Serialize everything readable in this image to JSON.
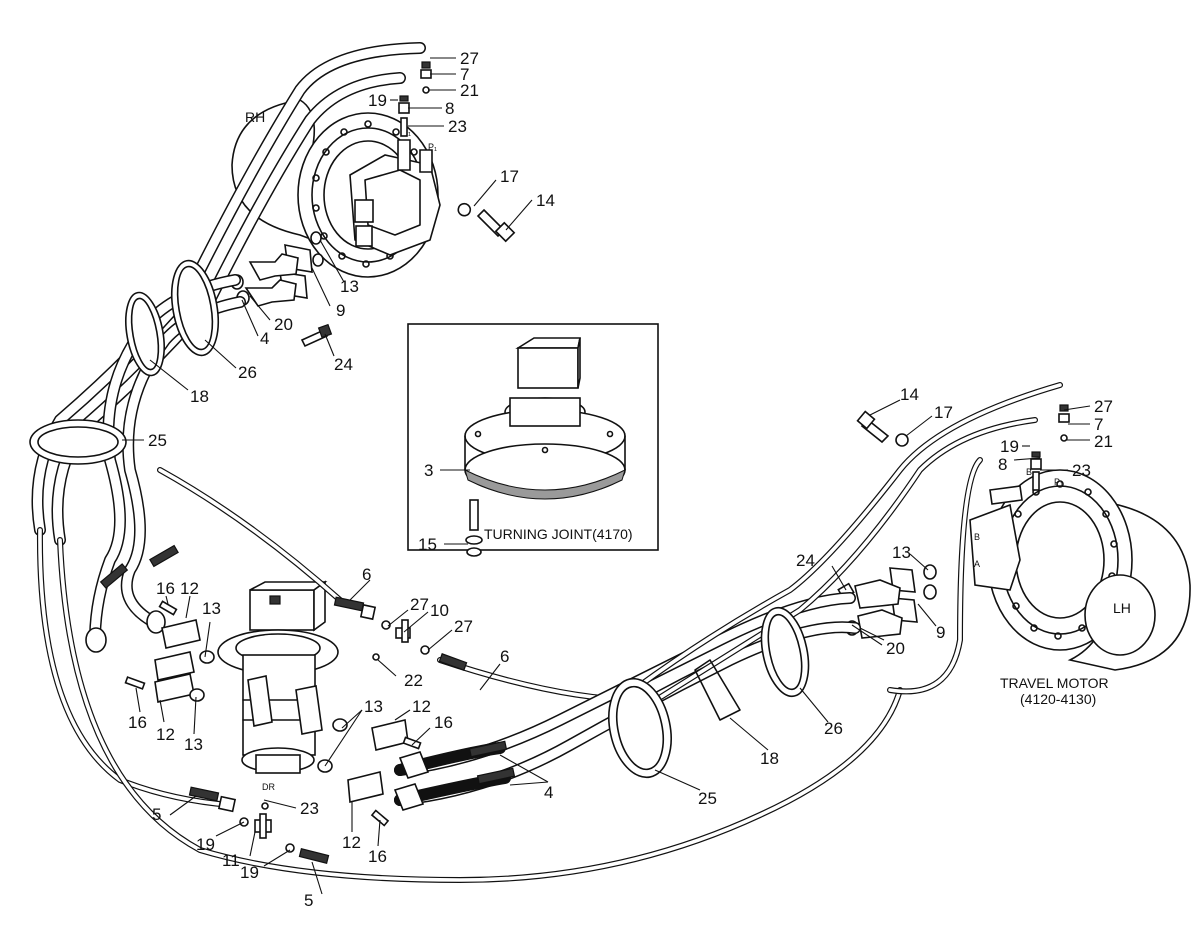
{
  "labels": {
    "rh": "RH",
    "lh": "LH",
    "dr": "DR",
    "port_a": "A",
    "port_b": "B",
    "port_p1": "P₁",
    "port_b1": "B₁",
    "turning_joint": "TURNING JOINT(4170)",
    "travel_motor": "TRAVEL MOTOR",
    "travel_motor_code": "(4120-4130)"
  },
  "callouts": {
    "c27a": "27",
    "c7a": "7",
    "c21a": "21",
    "c19a": "19",
    "c8a": "8",
    "c23a": "23",
    "c17a": "17",
    "c14a": "14",
    "c13a": "13",
    "c9a": "9",
    "c4a": "4",
    "c20a": "20",
    "c24a": "24",
    "c26a": "26",
    "c18a": "18",
    "c25a": "25",
    "c3": "3",
    "c15": "15",
    "c14b": "14",
    "c17b": "17",
    "c27b": "27",
    "c7b": "7",
    "c21b": "21",
    "c19b": "19",
    "c8b": "8",
    "c23b": "23",
    "c13b": "13",
    "c24b": "24",
    "c9b": "9",
    "c20b": "20",
    "c6a": "6",
    "c27c": "27",
    "c10": "10",
    "c27d": "27",
    "c22": "22",
    "c6b": "6",
    "c16a": "16",
    "c12a": "12",
    "c13c": "13",
    "c16b": "16",
    "c12b": "12",
    "c13d": "13",
    "c13e": "13",
    "c12c": "12",
    "c16c": "16",
    "c23c": "23",
    "c12d": "12",
    "c16d": "16",
    "c4b": "4",
    "c25b": "25",
    "c18b": "18",
    "c26b": "26",
    "c5a": "5",
    "c19c": "19",
    "c11": "11",
    "c19d": "19",
    "c5b": "5"
  }
}
